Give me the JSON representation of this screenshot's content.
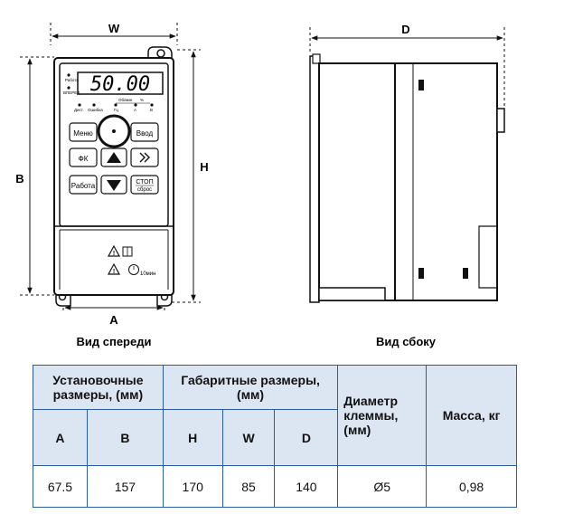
{
  "front_view": {
    "caption": "Вид спереди",
    "dim_w": "W",
    "dim_b": "B",
    "dim_h": "H",
    "dim_a": "A",
    "display": "50.00",
    "led_labels_top": [
      "Работа",
      "ВПЕРЕД"
    ],
    "led_labels_row": [
      "Дист.",
      "Ошибка",
      "Гц",
      "А",
      "В"
    ],
    "led_label_obor": "Об/мин",
    "led_label_pct": "%",
    "keys": {
      "menu": "Меню",
      "enter": "Ввод",
      "fk": "ФК",
      "run": "Работа",
      "stop_line1": "СТОП",
      "stop_line2": "сброс"
    },
    "warning_text": "10мин"
  },
  "side_view": {
    "caption": "Вид сбоку",
    "dim_d": "D"
  },
  "table": {
    "headers": {
      "mounting": "Установочные размеры, (мм)",
      "overall": "Габаритные размеры, (мм)",
      "terminal": "Диаметр клеммы, (мм)",
      "mass": "Масса, кг"
    },
    "subheaders": [
      "A",
      "B",
      "H",
      "W",
      "D"
    ],
    "values": [
      "67.5",
      "157",
      "170",
      "85",
      "140",
      "Ø5",
      "0,98"
    ]
  }
}
